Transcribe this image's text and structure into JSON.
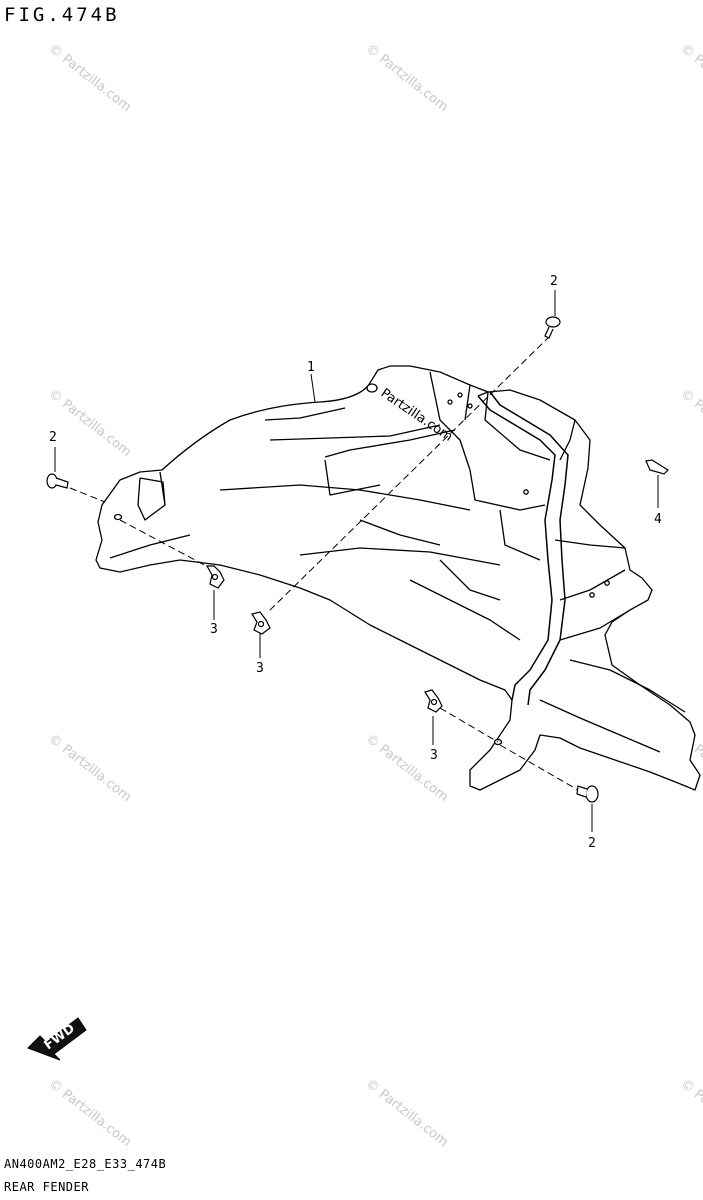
{
  "figure": {
    "title": "FIG.474B",
    "code": "AN400AM2_E28_E33_474B",
    "name": "REAR FENDER"
  },
  "watermark": {
    "text": "© Partzilla.com",
    "center_text": "Partzilla.com",
    "color": "#c8c8c8"
  },
  "callouts": [
    {
      "id": "1",
      "label": "1",
      "part": "rear-fender"
    },
    {
      "id": "2a",
      "label": "2",
      "part": "screw"
    },
    {
      "id": "2b",
      "label": "2",
      "part": "screw"
    },
    {
      "id": "2c",
      "label": "2",
      "part": "screw"
    },
    {
      "id": "3a",
      "label": "3",
      "part": "nut-clip"
    },
    {
      "id": "3b",
      "label": "3",
      "part": "nut-clip"
    },
    {
      "id": "3c",
      "label": "3",
      "part": "nut-clip"
    },
    {
      "id": "4",
      "label": "4",
      "part": "washer"
    }
  ],
  "fwd_arrow": {
    "label": "FWD",
    "icon": "forward-direction-arrow-icon"
  }
}
